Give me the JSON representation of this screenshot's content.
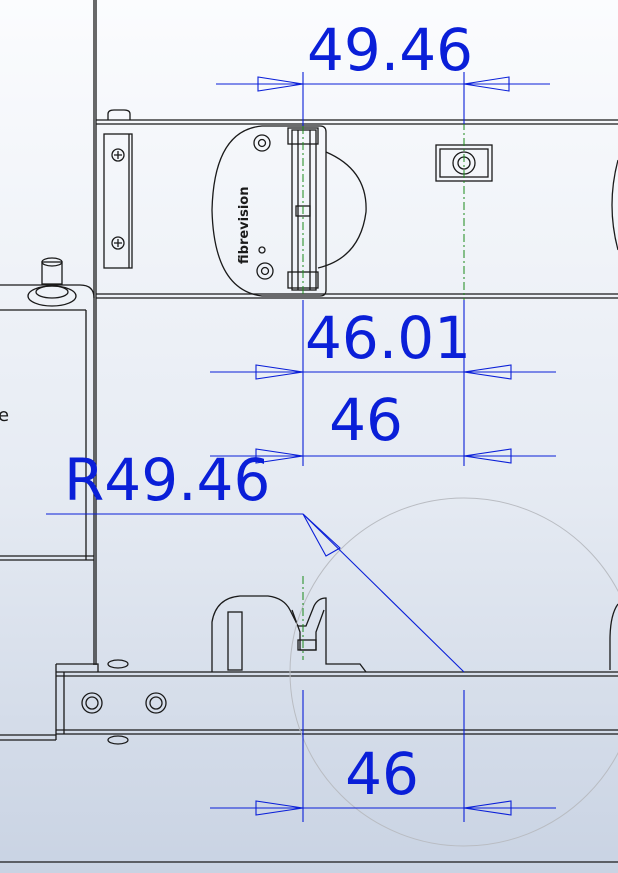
{
  "colors": {
    "background_top": "#fbfcfe",
    "background_bottom": "#c9d3e3",
    "dimension": "#0a1fd8",
    "geometry": "#1a1a1a",
    "centerline": "#1a8a1a",
    "construction": "#b9bcc2"
  },
  "dimensions": {
    "top_span": "49.46",
    "middle_span": "46.01",
    "lower_span": "46",
    "radius": "R49.46",
    "bottom_span": "46"
  },
  "part_label": "fibrevision",
  "edge_text": "e"
}
